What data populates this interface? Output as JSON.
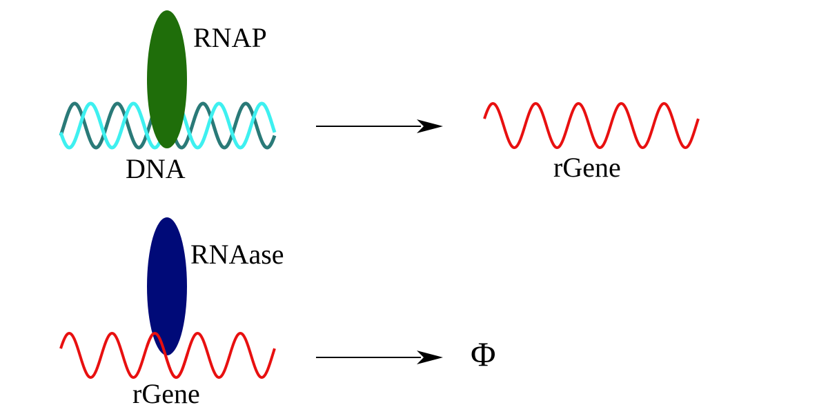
{
  "reactions": [
    {
      "enzyme_label": "RNAP",
      "substrate_label": "DNA",
      "product_label": "rGene"
    },
    {
      "enzyme_label": "RNAase",
      "substrate_label": "rGene",
      "product_label": "Φ"
    }
  ],
  "colors": {
    "rnap": "#1f6e0a",
    "rnaase": "#000a78",
    "dna_strand_dark": "#2a7a78",
    "dna_strand_light": "#3ef0f0",
    "rna": "#e81010",
    "arrow": "#000000"
  }
}
